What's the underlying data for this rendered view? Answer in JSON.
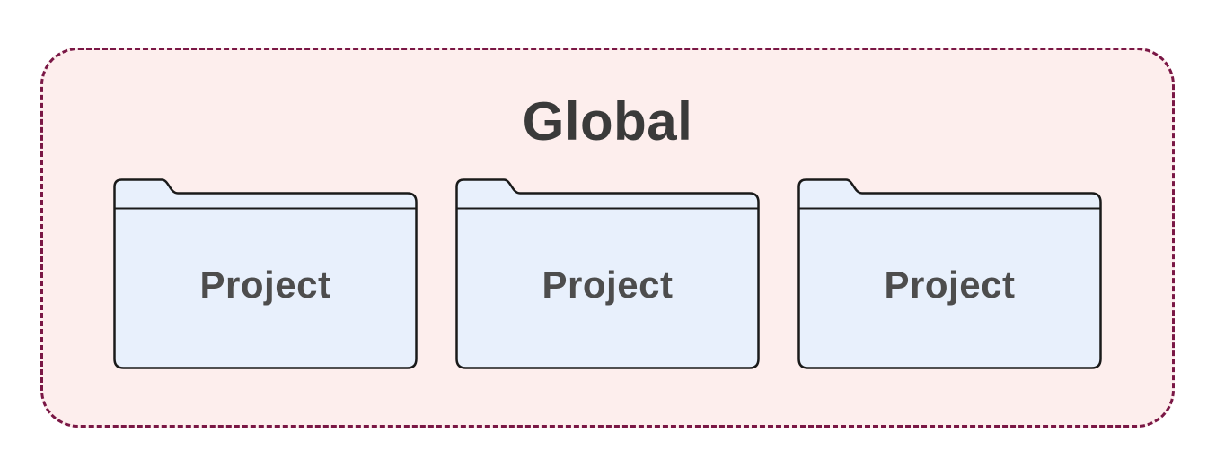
{
  "diagram": {
    "title": "Global",
    "folders": [
      {
        "label": "Project"
      },
      {
        "label": "Project"
      },
      {
        "label": "Project"
      }
    ],
    "colors": {
      "page_background": "#ffffff",
      "container_fill": "#fdeeed",
      "container_border": "#7a1745",
      "folder_fill": "#e8f0fc",
      "folder_border": "#1a1a1a",
      "title_text": "#3a3a3a",
      "folder_label_text": "#4d4d4d"
    }
  }
}
